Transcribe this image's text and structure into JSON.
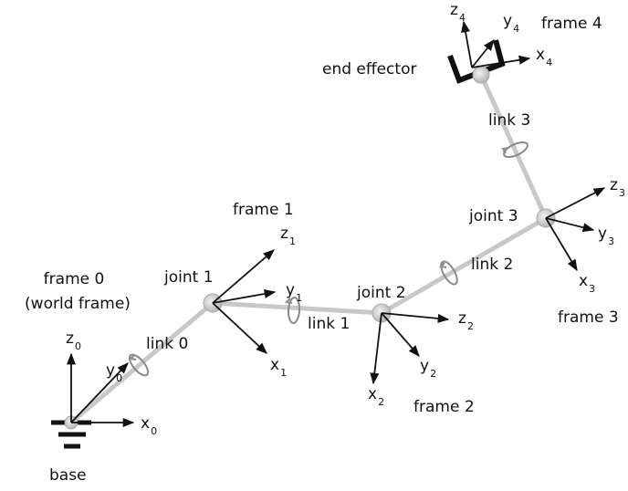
{
  "labels": {
    "frame0": "frame 0",
    "world_frame": "(world frame)",
    "base": "base",
    "link0": "link 0",
    "joint1": "joint 1",
    "frame1": "frame 1",
    "link1": "link 1",
    "joint2": "joint 2",
    "frame2": "frame 2",
    "link2": "link 2",
    "joint3": "joint 3",
    "frame3": "frame 3",
    "link3": "link 3",
    "frame4": "frame 4",
    "end_effector": "end effector"
  },
  "axes": {
    "x": "x",
    "y": "y",
    "z": "z",
    "sub0": "0",
    "sub1": "1",
    "sub2": "2",
    "sub3": "3",
    "sub4": "4"
  },
  "colors": {
    "link": "#c8c8c8",
    "joint": "#d4d4d4",
    "arrow": "#111111",
    "rotation": "#8a8a8a"
  }
}
